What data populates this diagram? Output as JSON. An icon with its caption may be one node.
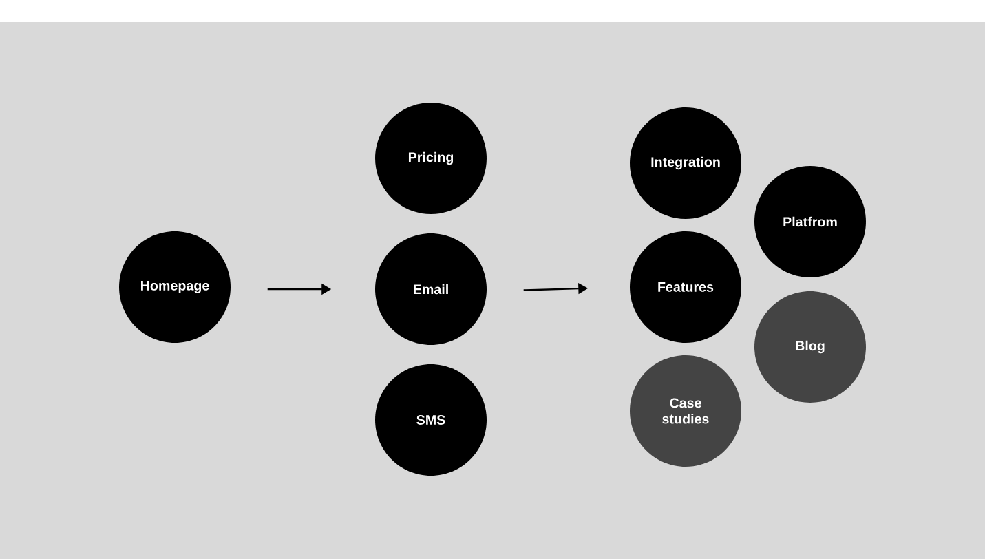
{
  "diagram": {
    "nodes": [
      {
        "text": [
          "Homepage"
        ]
      },
      {
        "text": [
          "Pricing"
        ]
      },
      {
        "text": [
          "Email"
        ]
      },
      {
        "text": [
          "SMS"
        ]
      },
      {
        "text": [
          "Integration"
        ]
      },
      {
        "text": [
          "Features"
        ]
      },
      {
        "text": [
          "Case studies"
        ]
      },
      {
        "text": [
          "Platfrom"
        ]
      },
      {
        "text": [
          "Blog"
        ]
      }
    ],
    "edges": [
      {
        "from": 0,
        "to": 2,
        "arrow": "to"
      },
      {
        "from": 2,
        "to": 5,
        "arrow": "to"
      }
    ]
  }
}
